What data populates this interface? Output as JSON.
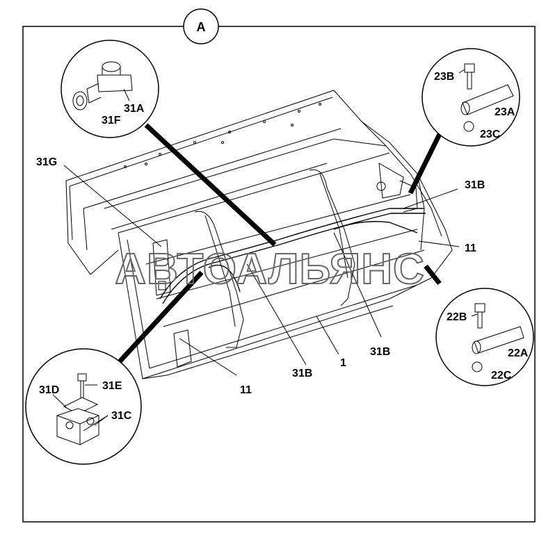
{
  "view_label": "A",
  "watermark": "АВТОАЛЬЯНС",
  "callouts": {
    "c31G": "31G",
    "c31B_top": "31B",
    "c11_right": "11",
    "c11_bottom": "11",
    "c31B_mid": "31B",
    "c31B_low": "31B",
    "c1": "1"
  },
  "detail_top_left": {
    "a": "31A",
    "f": "31F"
  },
  "detail_top_right": {
    "b": "23B",
    "a": "23A",
    "c": "23C"
  },
  "detail_bottom_right": {
    "b": "22B",
    "a": "22A",
    "c": "22C"
  },
  "detail_bottom_left": {
    "d": "31D",
    "e": "31E",
    "c": "31C"
  }
}
